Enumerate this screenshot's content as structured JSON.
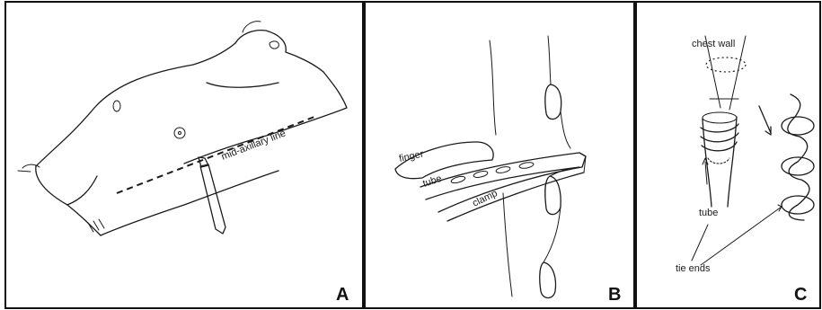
{
  "panels": [
    {
      "letter": "A",
      "labels": {
        "line": "mid-axillary line"
      }
    },
    {
      "letter": "B",
      "labels": {
        "finger": "finger",
        "tube": "tube",
        "clamp": "clamp"
      }
    },
    {
      "letter": "C",
      "labels": {
        "chest_wall": "chest wall",
        "tube": "tube",
        "tie_ends": "tie ends"
      }
    }
  ]
}
